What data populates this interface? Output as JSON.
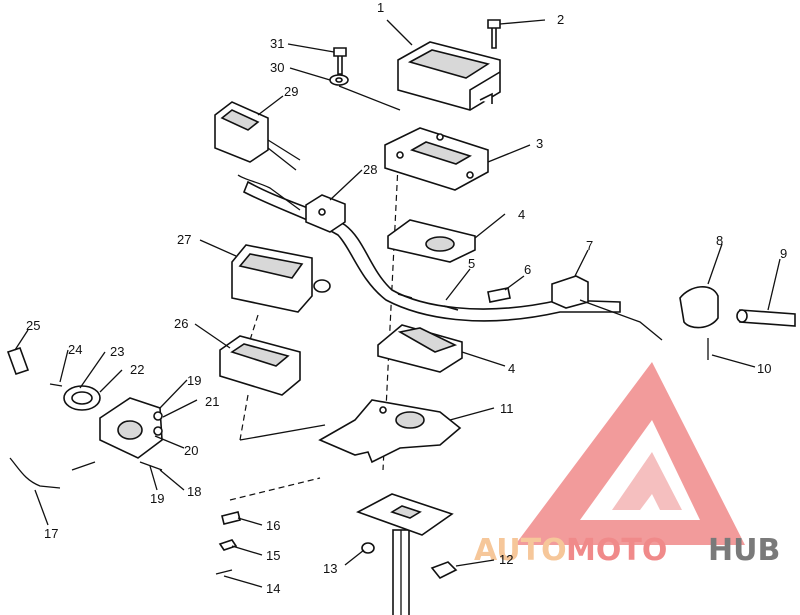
{
  "callouts": [
    {
      "id": "1",
      "label": "1"
    },
    {
      "id": "2",
      "label": "2"
    },
    {
      "id": "3",
      "label": "3"
    },
    {
      "id": "4a",
      "label": "4"
    },
    {
      "id": "4b",
      "label": "4"
    },
    {
      "id": "5",
      "label": "5"
    },
    {
      "id": "6",
      "label": "6"
    },
    {
      "id": "7",
      "label": "7"
    },
    {
      "id": "8",
      "label": "8"
    },
    {
      "id": "9",
      "label": "9"
    },
    {
      "id": "10",
      "label": "10"
    },
    {
      "id": "11",
      "label": "11"
    },
    {
      "id": "12",
      "label": "12"
    },
    {
      "id": "13",
      "label": "13"
    },
    {
      "id": "14",
      "label": "14"
    },
    {
      "id": "15",
      "label": "15"
    },
    {
      "id": "16",
      "label": "16"
    },
    {
      "id": "17",
      "label": "17"
    },
    {
      "id": "18",
      "label": "18"
    },
    {
      "id": "19a",
      "label": "19"
    },
    {
      "id": "19b",
      "label": "19"
    },
    {
      "id": "20",
      "label": "20"
    },
    {
      "id": "21",
      "label": "21"
    },
    {
      "id": "22",
      "label": "22"
    },
    {
      "id": "23",
      "label": "23"
    },
    {
      "id": "24",
      "label": "24"
    },
    {
      "id": "25",
      "label": "25"
    },
    {
      "id": "26",
      "label": "26"
    },
    {
      "id": "27",
      "label": "27"
    },
    {
      "id": "28",
      "label": "28"
    },
    {
      "id": "29",
      "label": "29"
    },
    {
      "id": "30",
      "label": "30"
    },
    {
      "id": "31",
      "label": "31"
    }
  ],
  "watermark": {
    "part1": "AUTO",
    "part2": "MOTO",
    "part3": "HUB",
    "color_primary": "#f08a8a",
    "color_secondary": "#f4b8b8",
    "color_tertiary": "#7a7a7a"
  }
}
